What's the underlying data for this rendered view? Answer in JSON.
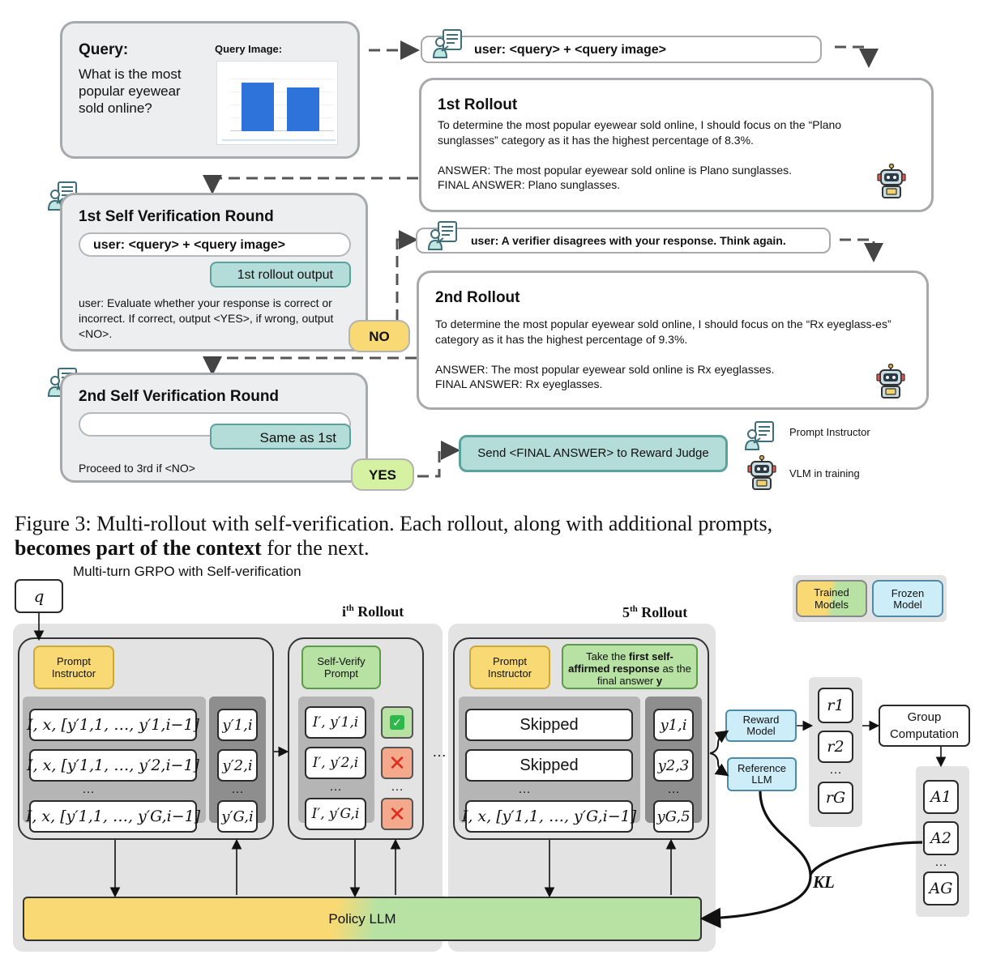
{
  "fig3": {
    "query": {
      "title": "Query:",
      "text": "What is the most popular eyewear sold online?",
      "image_label": "Query Image:"
    },
    "user_prompt_1": "user: <query> + <query image>",
    "rollout1": {
      "title": "1st Rollout",
      "body": "To determine the most popular eyewear sold online, I should focus on the “Plano sunglasses” category as it has the highest percentage of 8.3%.",
      "answer": "ANSWER: The most popular eyewear sold online is Plano sunglasses.",
      "final": "FINAL ANSWER: Plano sunglasses."
    },
    "verify1": {
      "title": "1st Self Verification Round",
      "user_prompt": "user: <query> + <query image>",
      "output_chip": "1st rollout output",
      "instruction": "user: Evaluate whether your response is correct or incorrect. If correct, output <YES>, if wrong, output <NO>.",
      "verdict": "NO"
    },
    "verifier_prompt": "user: A verifier disagrees with your response. Think again.",
    "rollout2": {
      "title": "2nd Rollout",
      "body": "To determine the most popular eyewear sold online, I should focus on the “Rx eyeglass-es” category as it has the highest percentage of 9.3%.",
      "answer": "ANSWER: The most popular eyewear sold online is Rx eyeglasses.",
      "final": "FINAL ANSWER: Rx eyeglasses."
    },
    "verify2": {
      "title": "2nd Self Verification Round",
      "output_chip": "Same as 1st",
      "note": "Proceed to 3rd if <NO>",
      "verdict": "YES"
    },
    "send_box": "Send <FINAL ANSWER> to Reward Judge",
    "legend": {
      "prompt_instructor": "Prompt Instructor",
      "vlm": "VLM in training"
    },
    "caption_normal": "Figure 3: Multi-rollout with self-verification. Each rollout, along with additional prompts,",
    "caption_bold": "becomes part of the context",
    "caption_tail": " for the next.",
    "colors": {
      "teal": "#b4dcd8",
      "no_badge": "#f8d973",
      "yes_badge": "#d5f2a2",
      "send_box": "#b4dcd8"
    },
    "icons": [
      "prompt-instructor-icon",
      "robot-icon"
    ]
  },
  "grpo": {
    "header": "Multi-turn GRPO with Self-verification",
    "q": "q",
    "legend": {
      "trained": "Trained Models",
      "frozen": "Frozen Model"
    },
    "ith_rollout": {
      "pre": "i",
      "sup": "th",
      "post": " Rollout"
    },
    "fifth_rollout": {
      "pre": "5",
      "sup": "th",
      "post": " Rollout"
    },
    "prompt_instructor": "Prompt Instructor",
    "self_verify_prompt": "Self-Verify Prompt",
    "first_self_affirmed": {
      "p1": "Take the ",
      "b1": "first self-affirmed response",
      "p2": " as the final answer ",
      "b2": "y"
    },
    "contexts": [
      "I, x, [y′1,1, …, y′1,i−1]",
      "I, x, [y′1,1, …, y′2,i−1]",
      "I, x, [y′1,1, …, y′G,i−1]"
    ],
    "outputs": [
      "y′1,i",
      "y′2,i",
      "y′G,i"
    ],
    "verify_inputs": [
      "I′, y′1,i",
      "I′, y′2,i",
      "I′, y′G,i"
    ],
    "verify_marks": [
      "check",
      "cross",
      "cross"
    ],
    "skipped": [
      "Skipped",
      "Skipped"
    ],
    "fifth_last": "I, x, [y′1,1, …, y′G,i−1]",
    "final_outputs": [
      "y1,i",
      "y2,3",
      "yG,5"
    ],
    "ellipsis": "…",
    "between_dots": "…",
    "reward_model": "Reward Model",
    "reference_llm": "Reference LLM",
    "rewards": [
      "r1",
      "r2",
      "rG"
    ],
    "group_computation": "Group Computation",
    "advantages": [
      "A1",
      "A2",
      "AG"
    ],
    "kl": "KL",
    "policy_llm": "Policy LLM",
    "colors": {
      "trained_yellow": "#f8d973",
      "trained_green": "#b7e2a4",
      "frozen_blue": "#cdeef8",
      "check": "#2eb84b",
      "cross": "#e02a1b"
    }
  }
}
